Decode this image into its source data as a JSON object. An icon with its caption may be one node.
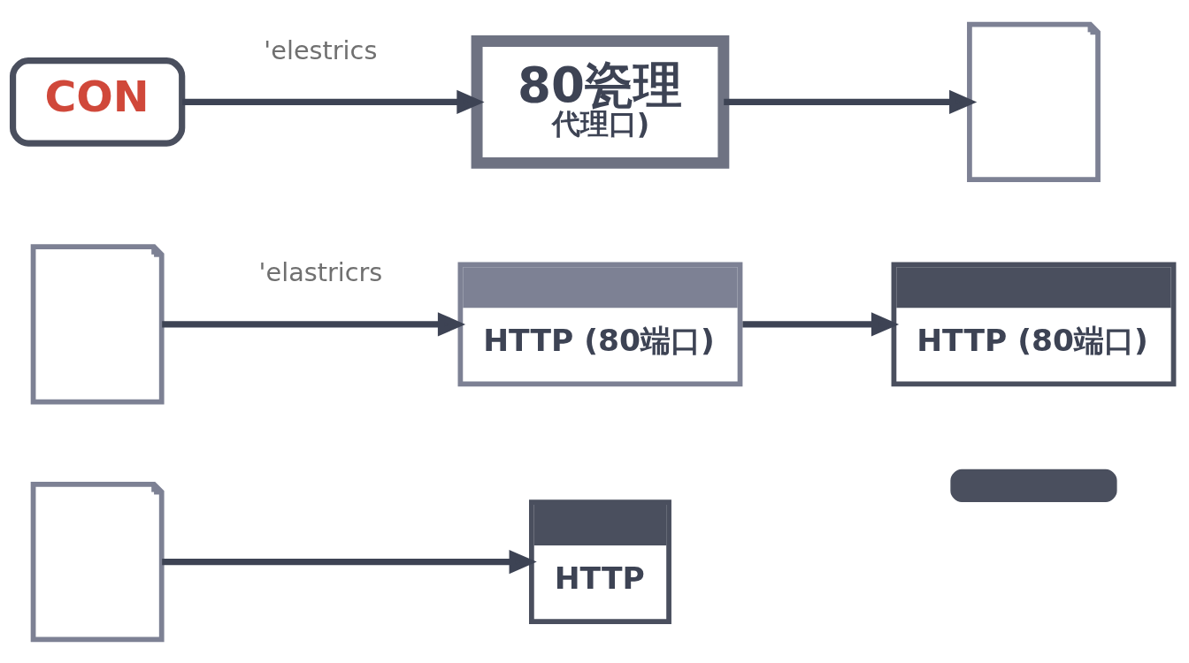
{
  "diagram": {
    "nodes": [
      {
        "text": [
          "CON"
        ]
      },
      {
        "text": [
          "80瓷理",
          "代理口)"
        ]
      },
      {
        "text": [],
        "shape": "document"
      },
      {
        "text": [],
        "shape": "document"
      },
      {
        "text": [
          "HTTP (80端口)"
        ]
      },
      {
        "text": [
          "HTTP (80端口)"
        ]
      },
      {
        "text": [],
        "shape": "document"
      },
      {
        "text": [
          "HTTP"
        ]
      },
      {
        "text": [],
        "shape": "bar"
      }
    ],
    "edges": [
      {
        "from": 0,
        "to": 1,
        "arrow": "to",
        "label": "'elestrics"
      },
      {
        "from": 1,
        "to": 2,
        "arrow": "to"
      },
      {
        "from": 3,
        "to": 4,
        "arrow": "to",
        "label": "'elastricrs"
      },
      {
        "from": 4,
        "to": 5,
        "arrow": "to"
      },
      {
        "from": 6,
        "to": 7,
        "arrow": "to"
      }
    ]
  }
}
